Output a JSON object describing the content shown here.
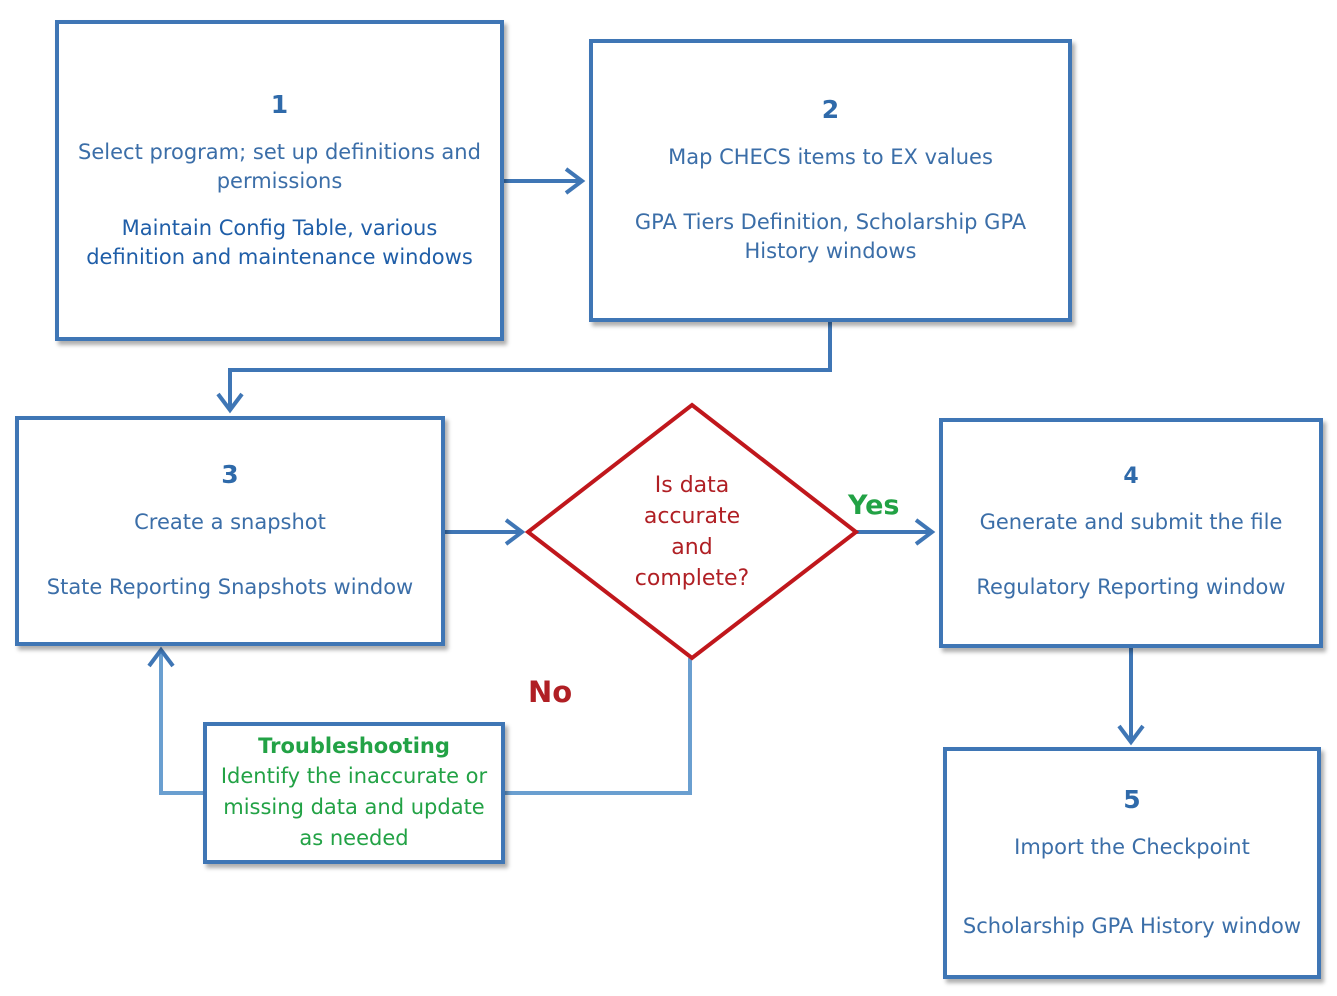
{
  "steps": {
    "s1": {
      "number": "1",
      "text_1": "Select program; set up definitions and",
      "text_2": "permissions",
      "window_1": "Maintain Config Table,  various",
      "window_2": "definition and maintenance windows"
    },
    "s2": {
      "number": "2",
      "text_1": "Map CHECS items to EX values",
      "window_1": "GPA Tiers Definition, Scholarship GPA",
      "window_2": "History windows"
    },
    "s3": {
      "number": "3",
      "text_1": "Create a snapshot",
      "window_1": "State Reporting Snapshots window"
    },
    "s4": {
      "number": "4",
      "text_1": "Generate and submit the file",
      "window_1": "Regulatory Reporting window"
    },
    "s5": {
      "number": "5",
      "text_1": "Import the Checkpoint",
      "window_1": "Scholarship GPA History window"
    }
  },
  "decision": {
    "line_1": "Is data",
    "line_2": "accurate",
    "line_3": "and",
    "line_4": "complete?",
    "yes_label": "Yes",
    "no_label": "No"
  },
  "troubleshooting": {
    "title": "Troubleshooting",
    "line_1": "Identify the inaccurate or",
    "line_2": "missing data and update",
    "line_3": "as needed"
  },
  "colors": {
    "box_border": "#3f76b5",
    "arrow": "#3f76b5",
    "arrow_light": "#6a9fd0",
    "decision": "#c0171c",
    "yes": "#22a245",
    "no": "#b01f24",
    "trouble_text": "#22a245"
  }
}
